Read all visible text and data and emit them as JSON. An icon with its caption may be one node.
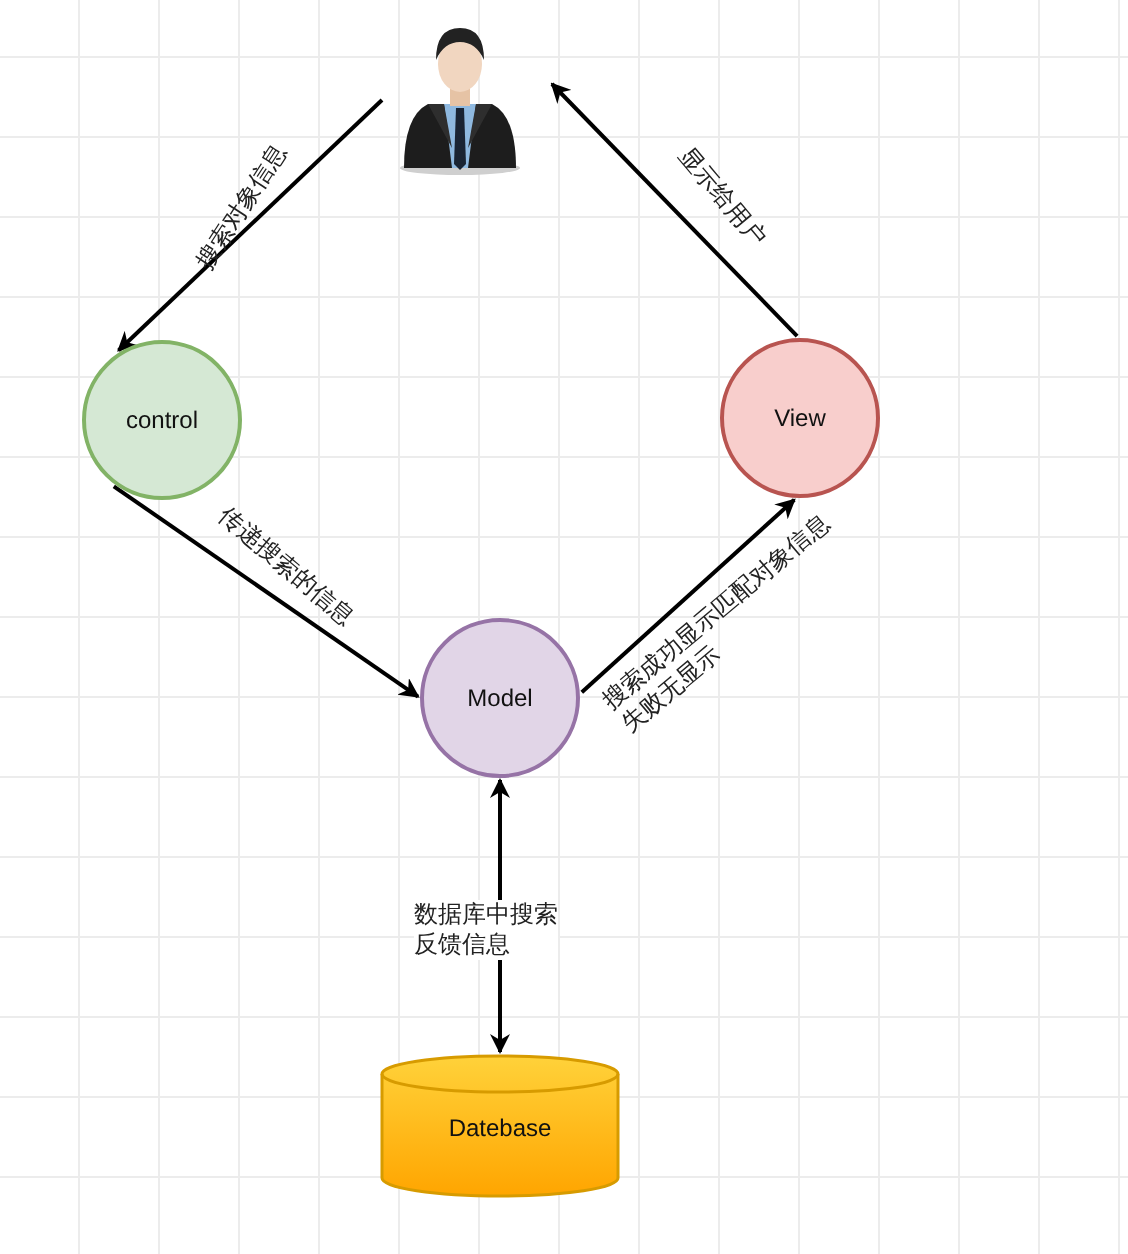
{
  "diagram": {
    "nodes": [
      {
        "text": [],
        "shape": "picture"
      },
      {
        "text": [
          "control"
        ]
      },
      {
        "text": [
          "View"
        ]
      },
      {
        "text": [
          "Model"
        ]
      },
      {
        "text": [
          "Datebase"
        ]
      }
    ],
    "edges": [
      {
        "from": 0,
        "to": 1,
        "arrow": "to",
        "label": "搜索对象信息"
      },
      {
        "from": 1,
        "to": 3,
        "arrow": "to",
        "label": "传递搜索的信息"
      },
      {
        "from": 3,
        "to": 2,
        "arrow": "to",
        "label": "搜索成功显示匹配对象信息失败无显示"
      },
      {
        "from": 2,
        "to": 0,
        "arrow": "to",
        "label": "显示给用户"
      },
      {
        "from": 3,
        "to": 4,
        "arrow": "both",
        "label": "数据库中搜索反馈信息"
      }
    ]
  }
}
